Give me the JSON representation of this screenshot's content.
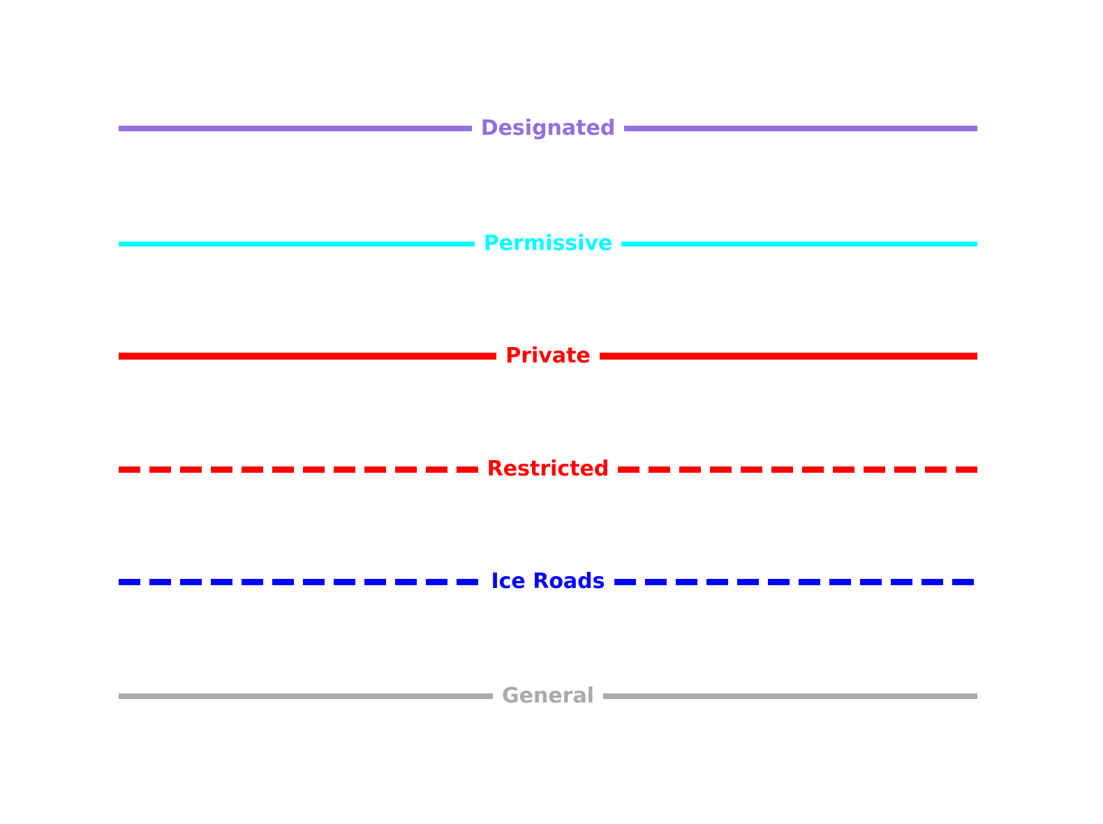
{
  "legend": {
    "rows": [
      {
        "label": "Designated",
        "color": "#9370DB",
        "style": "solid",
        "thickness": 8
      },
      {
        "label": "Permissive",
        "color": "#00FFFF",
        "style": "solid",
        "thickness": 7
      },
      {
        "label": "Private",
        "color": "#FF0000",
        "style": "solid",
        "thickness": 10
      },
      {
        "label": "Restricted",
        "color": "#FF0000",
        "style": "dashed",
        "thickness": 9
      },
      {
        "label": "Ice Roads",
        "color": "#0000FF",
        "style": "dashed",
        "thickness": 9
      },
      {
        "label": "General",
        "color": "#AAAAAA",
        "style": "solid",
        "thickness": 8
      }
    ]
  },
  "chart_data": {
    "type": "line",
    "title": "",
    "xlabel": "",
    "ylabel": "",
    "grid": false,
    "legend_position": "inline-labels-centered-on-lines",
    "description": "Legend of road access categories, each shown as a horizontal styled line with its label inline at the center",
    "series": [
      {
        "name": "Designated",
        "color": "#9370DB",
        "linestyle": "solid",
        "linewidth": 8
      },
      {
        "name": "Permissive",
        "color": "#00FFFF",
        "linestyle": "solid",
        "linewidth": 7
      },
      {
        "name": "Private",
        "color": "#FF0000",
        "linestyle": "solid",
        "linewidth": 10
      },
      {
        "name": "Restricted",
        "color": "#FF0000",
        "linestyle": "dashed",
        "linewidth": 9
      },
      {
        "name": "Ice Roads",
        "color": "#0000FF",
        "linestyle": "dashed",
        "linewidth": 9
      },
      {
        "name": "General",
        "color": "#AAAAAA",
        "linestyle": "solid",
        "linewidth": 8
      }
    ]
  }
}
